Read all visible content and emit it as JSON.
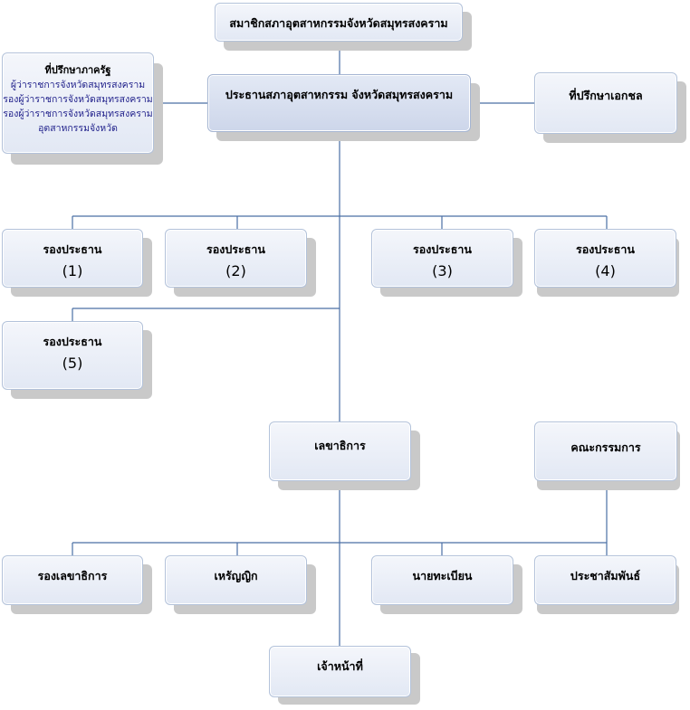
{
  "nodes": {
    "members": {
      "title": "สมาชิกสภาอุตสาหกรรมจังหวัดสมุทรสงคราม"
    },
    "president": {
      "title": "ประธานสภาอุตสาหกรรม จังหวัดสมุทรสงคราม"
    },
    "gov_advisor": {
      "title": "ที่ปรึกษาภาครัฐ",
      "lines": [
        "ผู้ว่าราชการจังหวัดสมุทรสงคราม",
        "รองผู้ว่าราชการจังหวัดสมุทรสงคราม",
        "รองผู้ว่าราชการจังหวัดสมุทรสงคราม",
        "อุตสาหกรรมจังหวัด"
      ]
    },
    "private_advisor": {
      "title": "ที่ปรึกษาเอกชล"
    },
    "vp1": {
      "title": "รองประธาน",
      "num": "(1)"
    },
    "vp2": {
      "title": "รองประธาน",
      "num": "(2)"
    },
    "vp3": {
      "title": "รองประธาน",
      "num": "(3)"
    },
    "vp4": {
      "title": "รองประธาน",
      "num": "(4)"
    },
    "vp5": {
      "title": "รองประธาน",
      "num": "(5)"
    },
    "secretary": {
      "title": "เลขาธิการ"
    },
    "committee": {
      "title": "คณะกรรมการ"
    },
    "deputy_secretary": {
      "title": "รองเลขาธิการ"
    },
    "treasurer": {
      "title": "เหรัญญิก"
    },
    "registrar": {
      "title": "นายทะเบียน"
    },
    "pr": {
      "title": "ประชาสัมพันธ์"
    },
    "staff": {
      "title": "เจ้าหน้าที่"
    }
  },
  "colors": {
    "line": "#4a6fa5",
    "box_border": "#b3c2da",
    "shadow": "#c9c9c9"
  }
}
